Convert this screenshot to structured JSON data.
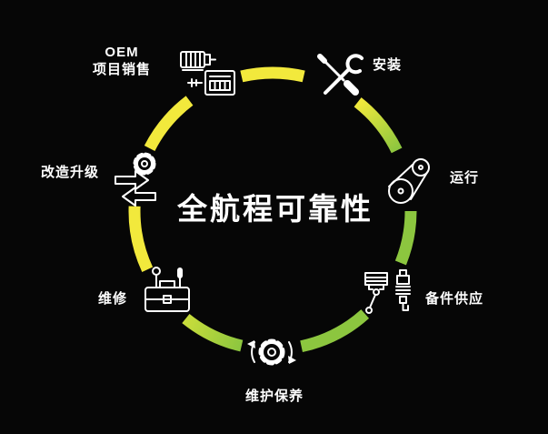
{
  "title": "全航程可靠性",
  "ring_colors": {
    "yellow": "#f2e93c",
    "green": "#8cc63f",
    "yellow_green": "#c9dd3b"
  },
  "nodes": {
    "oem": {
      "line1": "OEM",
      "line2": "项目销售",
      "icon": "engine-icon"
    },
    "install": {
      "label": "安装",
      "icon": "tools-icon"
    },
    "operation": {
      "label": "运行",
      "icon": "belt-pulley-icon"
    },
    "spares": {
      "label": "备件供应",
      "icon": "piston-sparkplug-icon"
    },
    "maintenance": {
      "label": "维护保养",
      "icon": "gear-refresh-icon"
    },
    "repair": {
      "label": "维修",
      "icon": "toolbox-icon"
    },
    "upgrade": {
      "label": "改造升级",
      "icon": "gear-arrows-icon"
    }
  }
}
